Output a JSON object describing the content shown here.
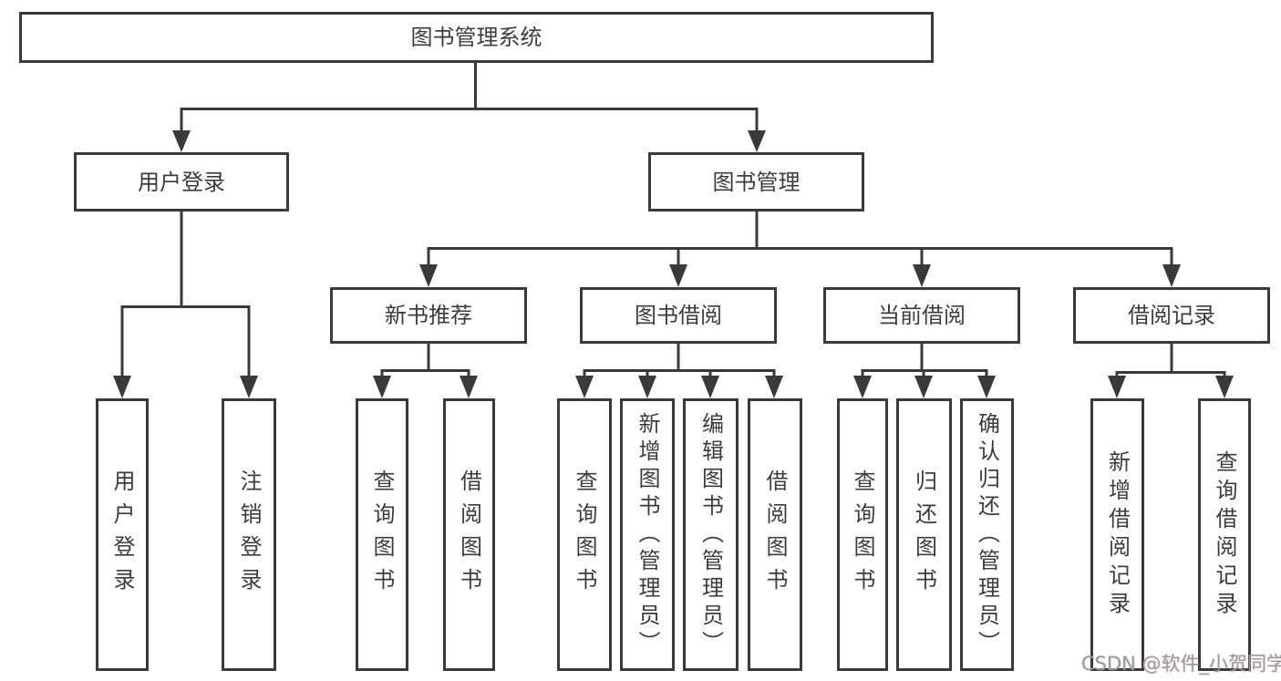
{
  "tree": {
    "root": {
      "label": "图书管理系统"
    },
    "branches": [
      {
        "label": "用户登录",
        "leaves": [
          "用户登录",
          "注销登录"
        ]
      },
      {
        "label": "图书管理",
        "groups": [
          {
            "label": "新书推荐",
            "leaves": [
              "查询图书",
              "借阅图书"
            ]
          },
          {
            "label": "图书借阅",
            "leaves": [
              "查询图书",
              "新增图书（管理员）",
              "编辑图书（管理员）",
              "借阅图书"
            ]
          },
          {
            "label": "当前借阅",
            "leaves": [
              "查询图书",
              "归还图书",
              "确认归还（管理员）"
            ]
          },
          {
            "label": "借阅记录",
            "leaves": [
              "新增借阅记录",
              "查询借阅记录"
            ]
          }
        ]
      }
    ]
  },
  "watermark": {
    "text": "CSDN @软件_小贺同学"
  },
  "colors": {
    "line": "#3a3a3a",
    "border": "#3a3a3a",
    "text": "#3c3c3c",
    "background": "#ffffff",
    "watermark": "#9b9b9b"
  }
}
